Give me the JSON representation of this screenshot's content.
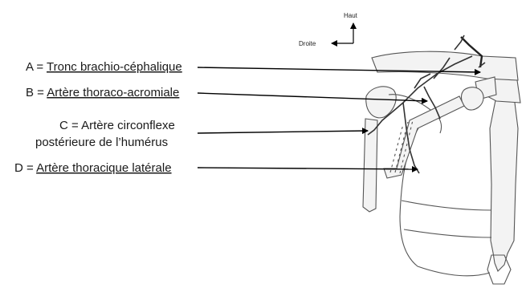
{
  "compass": {
    "up_label": "Haut",
    "right_label": "Droite"
  },
  "labels": [
    {
      "letter_prefix": "A = ",
      "text": "Tronc brachio-céphalique",
      "underlined": true
    },
    {
      "letter_prefix": "B = ",
      "text": "Artère thoraco-acromiale",
      "underlined": true
    },
    {
      "letter_prefix": "",
      "text_line1": "C = Artère circonflexe",
      "text_line2": "postérieure de l’humérus",
      "underlined": false
    },
    {
      "letter_prefix": "D = ",
      "text": "Artère thoracique latérale",
      "underlined": true
    }
  ]
}
